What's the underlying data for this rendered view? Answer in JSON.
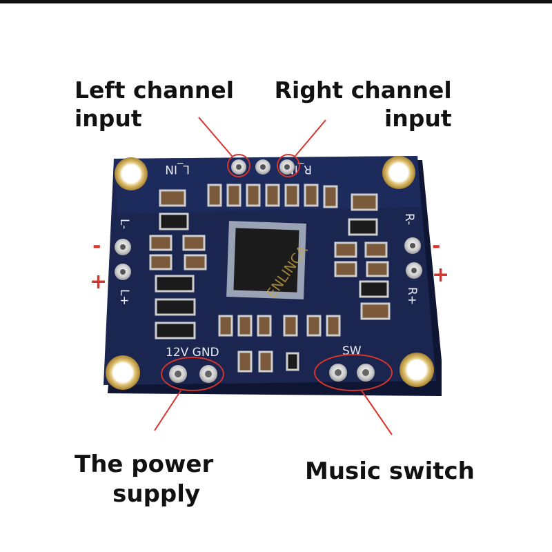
{
  "annotations": {
    "left_channel": {
      "line1": "Left channel",
      "line2": "input"
    },
    "right_channel": {
      "line1": "Right channel",
      "line2": "input"
    },
    "power_supply": {
      "line1": "The power",
      "line2": "supply"
    },
    "music_switch": {
      "line1": "Music switch"
    }
  },
  "silkscreen": {
    "l_in": "L_IN",
    "r_in": "R_IN",
    "l_minus": "L-",
    "l_plus": "L+",
    "r_minus": "R-",
    "r_plus": "R+",
    "power": "12V GND",
    "sw": "SW",
    "watermark": "ENLINCA"
  },
  "polarity": {
    "minus": "-",
    "plus": "+"
  },
  "colors": {
    "pcb": "#1a2550",
    "pcb_edge": "#0e1634",
    "annotation_red": "#d6342c",
    "pad_silver": "#d9d9d9",
    "hole_gold": "#c8a24a",
    "component_brown": "#7a5a3a",
    "component_black": "#1b1b1b"
  }
}
